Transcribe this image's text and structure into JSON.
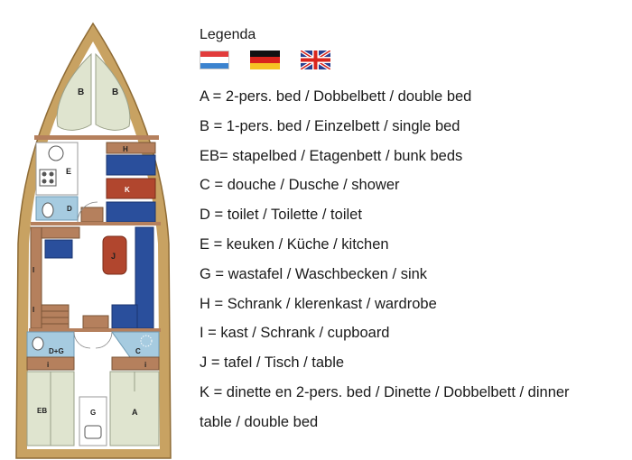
{
  "legend": {
    "title": "Legenda",
    "flags": [
      "nl-flag-icon",
      "de-flag-icon",
      "uk-flag-icon"
    ],
    "lines": [
      "A = 2-pers. bed / Dobbelbett / double bed",
      "B = 1-pers. bed / Einzelbett / single bed",
      "EB= stapelbed / Etagenbett / bunk beds",
      "C = douche / Dusche / shower",
      "D = toilet / Toilette / toilet",
      "E = keuken / Küche / kitchen",
      "G = wastafel / Waschbecken / sink",
      "H = Schrank / klerenkast / wardrobe",
      "I = kast / Schrank / cupboard",
      "J = tafel / Tisch / table",
      "K = dinette en 2-pers. bed / Dinette / Dobbelbett / dinner",
      "table / double bed"
    ]
  },
  "plan": {
    "labels": {
      "B1": "B",
      "B2": "B",
      "H": "H",
      "E": "E",
      "K": "K",
      "D": "D",
      "J": "J",
      "I1": "I",
      "I2": "I",
      "DG": "D+G",
      "C": "C",
      "i1": "i",
      "i2": "i",
      "EB": "EB",
      "G": "G",
      "A": "A"
    }
  },
  "colors": {
    "hull": "#c8a262",
    "wood": "#b5805d",
    "cushion": "#2a4f9c",
    "table": "#b1462e",
    "cabin_floor": "#ffffff",
    "bed": "#dfe4cf",
    "wet_room": "#a6cbe0"
  }
}
